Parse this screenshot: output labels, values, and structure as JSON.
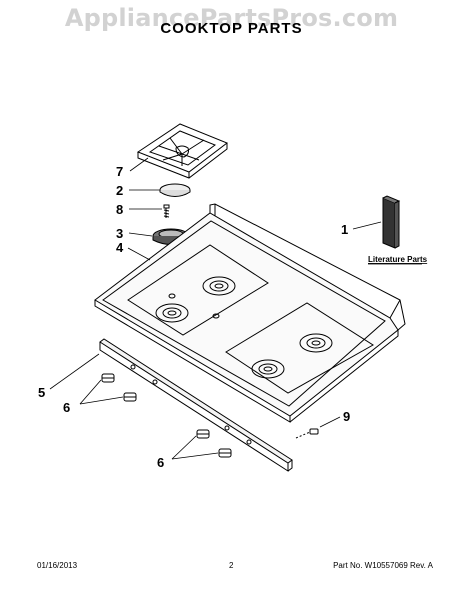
{
  "watermark": "AppliancePartsPros.com",
  "title": "COOKTOP PARTS",
  "callouts": {
    "c1": "1",
    "c2": "2",
    "c3": "3",
    "c4": "4",
    "c5": "5",
    "c6a": "6",
    "c6b": "6",
    "c7": "7",
    "c8": "8",
    "c9": "9"
  },
  "literature_label": "Literature Parts",
  "footer": {
    "date": "01/16/2013",
    "page": "2",
    "part_no": "Part No. W10557069  Rev. A"
  }
}
